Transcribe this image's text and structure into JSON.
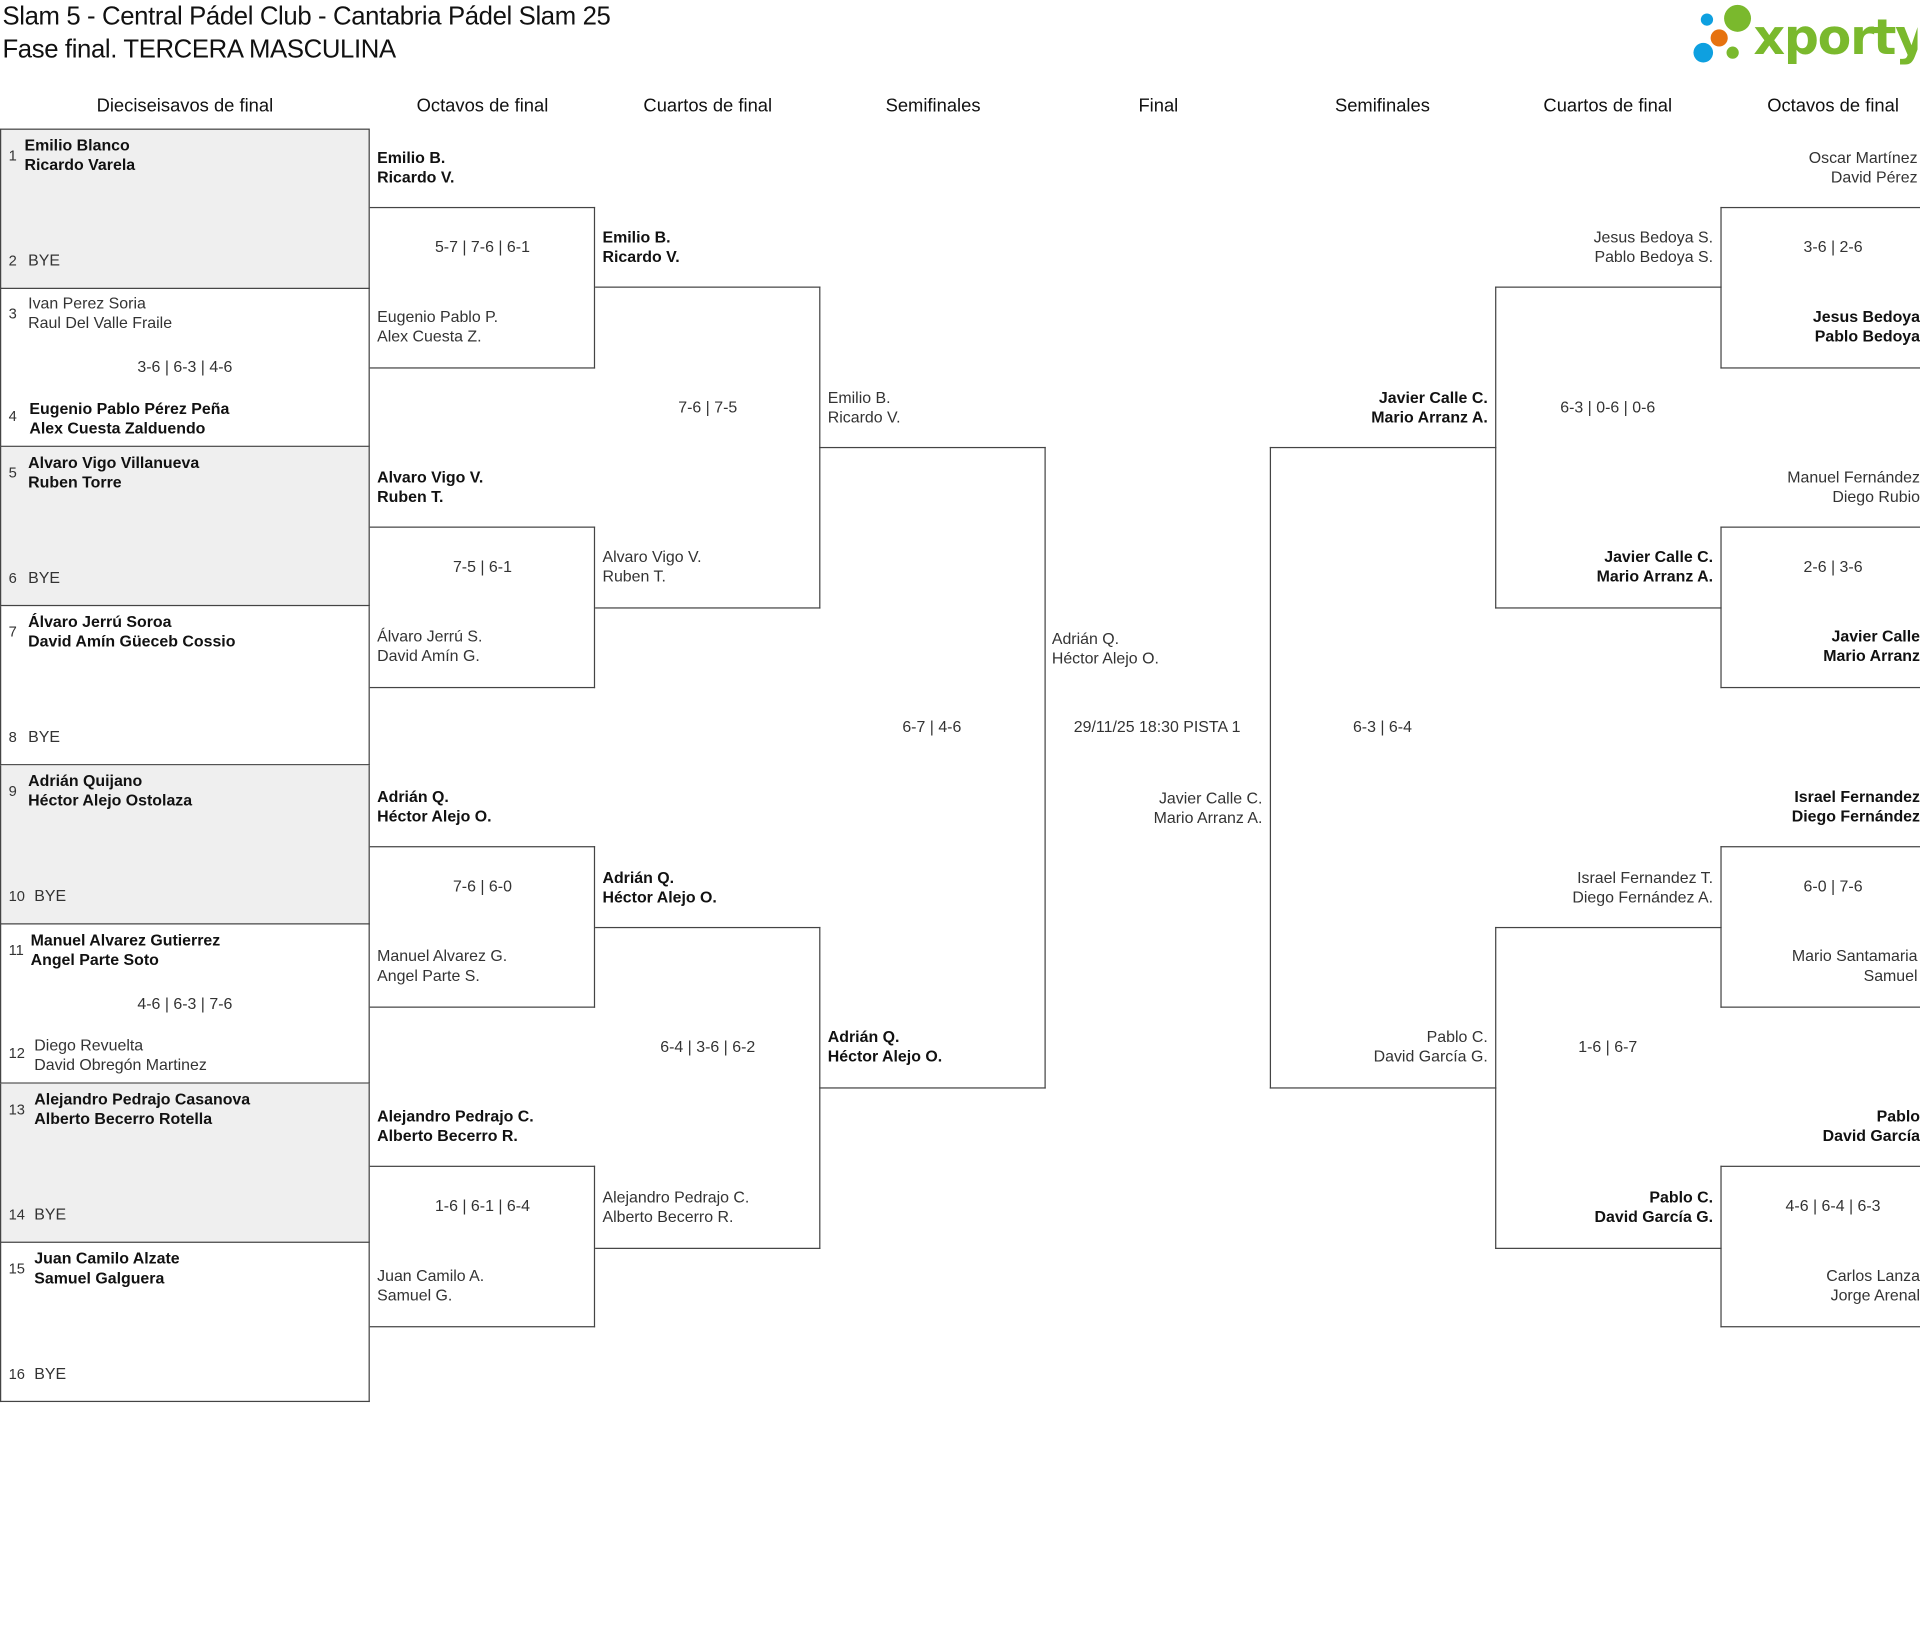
{
  "header": {
    "title": "Slam 5 - Central Pádel Club - Cantabria Pádel Slam 25",
    "subtitle": "Fase final. TERCERA MASCULINA",
    "logo_text": "xporty"
  },
  "colors": {
    "logo_green": "#7ab92d",
    "logo_blue": "#0ea0e0",
    "logo_orange": "#e6720f",
    "bye_row": "#efefef"
  },
  "rounds": [
    "Dieciseisavos de final",
    "Octavos de final",
    "Cuartos de final",
    "Semifinales",
    "Final",
    "Semifinales",
    "Cuartos de final",
    "Octavos de final"
  ],
  "r32": [
    {
      "top": {
        "seed": "1",
        "p1": "Emilio Blanco",
        "p2": "Ricardo Varela"
      },
      "bottom": {
        "seed": "2",
        "p1": "BYE"
      }
    },
    {
      "top": {
        "seed": "3",
        "p1": "Ivan Perez Soria",
        "p2": "Raul Del Valle Fraile"
      },
      "score": "3-6 | 6-3 | 4-6",
      "bottom": {
        "seed": "4",
        "p1": "Eugenio Pablo Pérez Peña",
        "p2": "Alex Cuesta Zalduendo"
      }
    },
    {
      "top": {
        "seed": "5",
        "p1": "Alvaro Vigo Villanueva",
        "p2": "Ruben Torre"
      },
      "bottom": {
        "seed": "6",
        "p1": "BYE"
      }
    },
    {
      "top": {
        "seed": "7",
        "p1": "Álvaro Jerrú Soroa",
        "p2": "David Amín Güeceb Cossio"
      },
      "bottom": {
        "seed": "8",
        "p1": "BYE"
      }
    },
    {
      "top": {
        "seed": "9",
        "p1": "Adrián Quijano",
        "p2": "Héctor Alejo Ostolaza"
      },
      "bottom": {
        "seed": "10",
        "p1": "BYE"
      }
    },
    {
      "top": {
        "seed": "11",
        "p1": "Manuel Alvarez Gutierrez",
        "p2": "Angel Parte Soto"
      },
      "score": "4-6 | 6-3 | 7-6",
      "bottom": {
        "seed": "12",
        "p1": "Diego Revuelta",
        "p2": "David Obregón Martinez"
      }
    },
    {
      "top": {
        "seed": "13",
        "p1": "Alejandro Pedrajo Casanova",
        "p2": "Alberto Becerro Rotella"
      },
      "bottom": {
        "seed": "14",
        "p1": "BYE"
      }
    },
    {
      "top": {
        "seed": "15",
        "p1": "Juan Camilo Alzate",
        "p2": "Samuel Galguera"
      },
      "bottom": {
        "seed": "16",
        "p1": "BYE"
      }
    }
  ],
  "r16_left": [
    {
      "top": {
        "p1": "Emilio B.",
        "p2": "Ricardo V."
      },
      "score": "5-7 | 7-6 | 6-1",
      "bottom": {
        "p1": "Eugenio Pablo P.",
        "p2": "Alex Cuesta Z."
      }
    },
    {
      "top": {
        "p1": "Alvaro Vigo V.",
        "p2": "Ruben T."
      },
      "score": "7-5 | 6-1",
      "bottom": {
        "p1": "Álvaro Jerrú S.",
        "p2": "David Amín G."
      }
    },
    {
      "top": {
        "p1": "Adrián Q.",
        "p2": "Héctor Alejo O."
      },
      "score": "7-6 | 6-0",
      "bottom": {
        "p1": "Manuel Alvarez G.",
        "p2": "Angel Parte S."
      }
    },
    {
      "top": {
        "p1": "Alejandro Pedrajo C.",
        "p2": "Alberto Becerro R."
      },
      "score": "1-6 | 6-1 | 6-4",
      "bottom": {
        "p1": "Juan Camilo A.",
        "p2": "Samuel G."
      }
    }
  ],
  "qf_left": [
    {
      "top": {
        "p1": "Emilio B.",
        "p2": "Ricardo V."
      },
      "score": "7-6 | 7-5",
      "bottom": {
        "p1": "Alvaro Vigo V.",
        "p2": "Ruben T."
      }
    },
    {
      "top": {
        "p1": "Adrián Q.",
        "p2": "Héctor Alejo O."
      },
      "score": "6-4 | 3-6 | 6-2",
      "bottom": {
        "p1": "Alejandro Pedrajo C.",
        "p2": "Alberto Becerro R."
      }
    }
  ],
  "sf_left": {
    "top": {
      "p1": "Emilio B.",
      "p2": "Ricardo V."
    },
    "score": "6-7 | 4-6",
    "bottom": {
      "p1": "Adrián Q.",
      "p2": "Héctor Alejo O."
    }
  },
  "final": {
    "left": {
      "p1": "Adrián Q.",
      "p2": "Héctor Alejo O."
    },
    "schedule": "29/11/25 18:30 PISTA 1",
    "right": {
      "p1": "Javier Calle C.",
      "p2": "Mario Arranz A."
    }
  },
  "sf_right": {
    "top": {
      "p1": "Javier Calle C.",
      "p2": "Mario Arranz A."
    },
    "score": "6-3 | 6-4",
    "bottom": {
      "p1": "Pablo C.",
      "p2": "David García G."
    }
  },
  "qf_right": [
    {
      "top": {
        "p1": "Jesus Bedoya S.",
        "p2": "Pablo Bedoya S."
      },
      "score": "6-3 | 0-6 | 0-6",
      "bottom": {
        "p1": "Javier Calle C.",
        "p2": "Mario Arranz A."
      }
    },
    {
      "top": {
        "p1": "Israel Fernandez T.",
        "p2": "Diego Fernández A."
      },
      "score": "1-6 | 6-7",
      "bottom": {
        "p1": "Pablo C.",
        "p2": "David García G."
      }
    }
  ],
  "r16_right": [
    {
      "top": {
        "p1": "Oscar Martínez",
        "p2": "David Pérez"
      },
      "score": "3-6 | 2-6",
      "bottom": {
        "p1": "Jesus Bedoya",
        "p2": "Pablo Bedoya"
      }
    },
    {
      "top": {
        "p1": "Manuel Fernández",
        "p2": "Diego Rubio"
      },
      "score": "2-6 | 3-6",
      "bottom": {
        "p1": "Javier Calle",
        "p2": "Mario Arranz"
      }
    },
    {
      "top": {
        "p1": "Israel Fernandez",
        "p2": "Diego Fernández"
      },
      "score": "6-0 | 7-6",
      "bottom": {
        "p1": "Mario Santamaria",
        "p2": "Samuel"
      }
    },
    {
      "top": {
        "p1": "Pablo",
        "p2": "David García"
      },
      "score": "4-6 | 6-4 | 6-3",
      "bottom": {
        "p1": "Carlos Lanza",
        "p2": "Jorge Arenal"
      }
    }
  ]
}
